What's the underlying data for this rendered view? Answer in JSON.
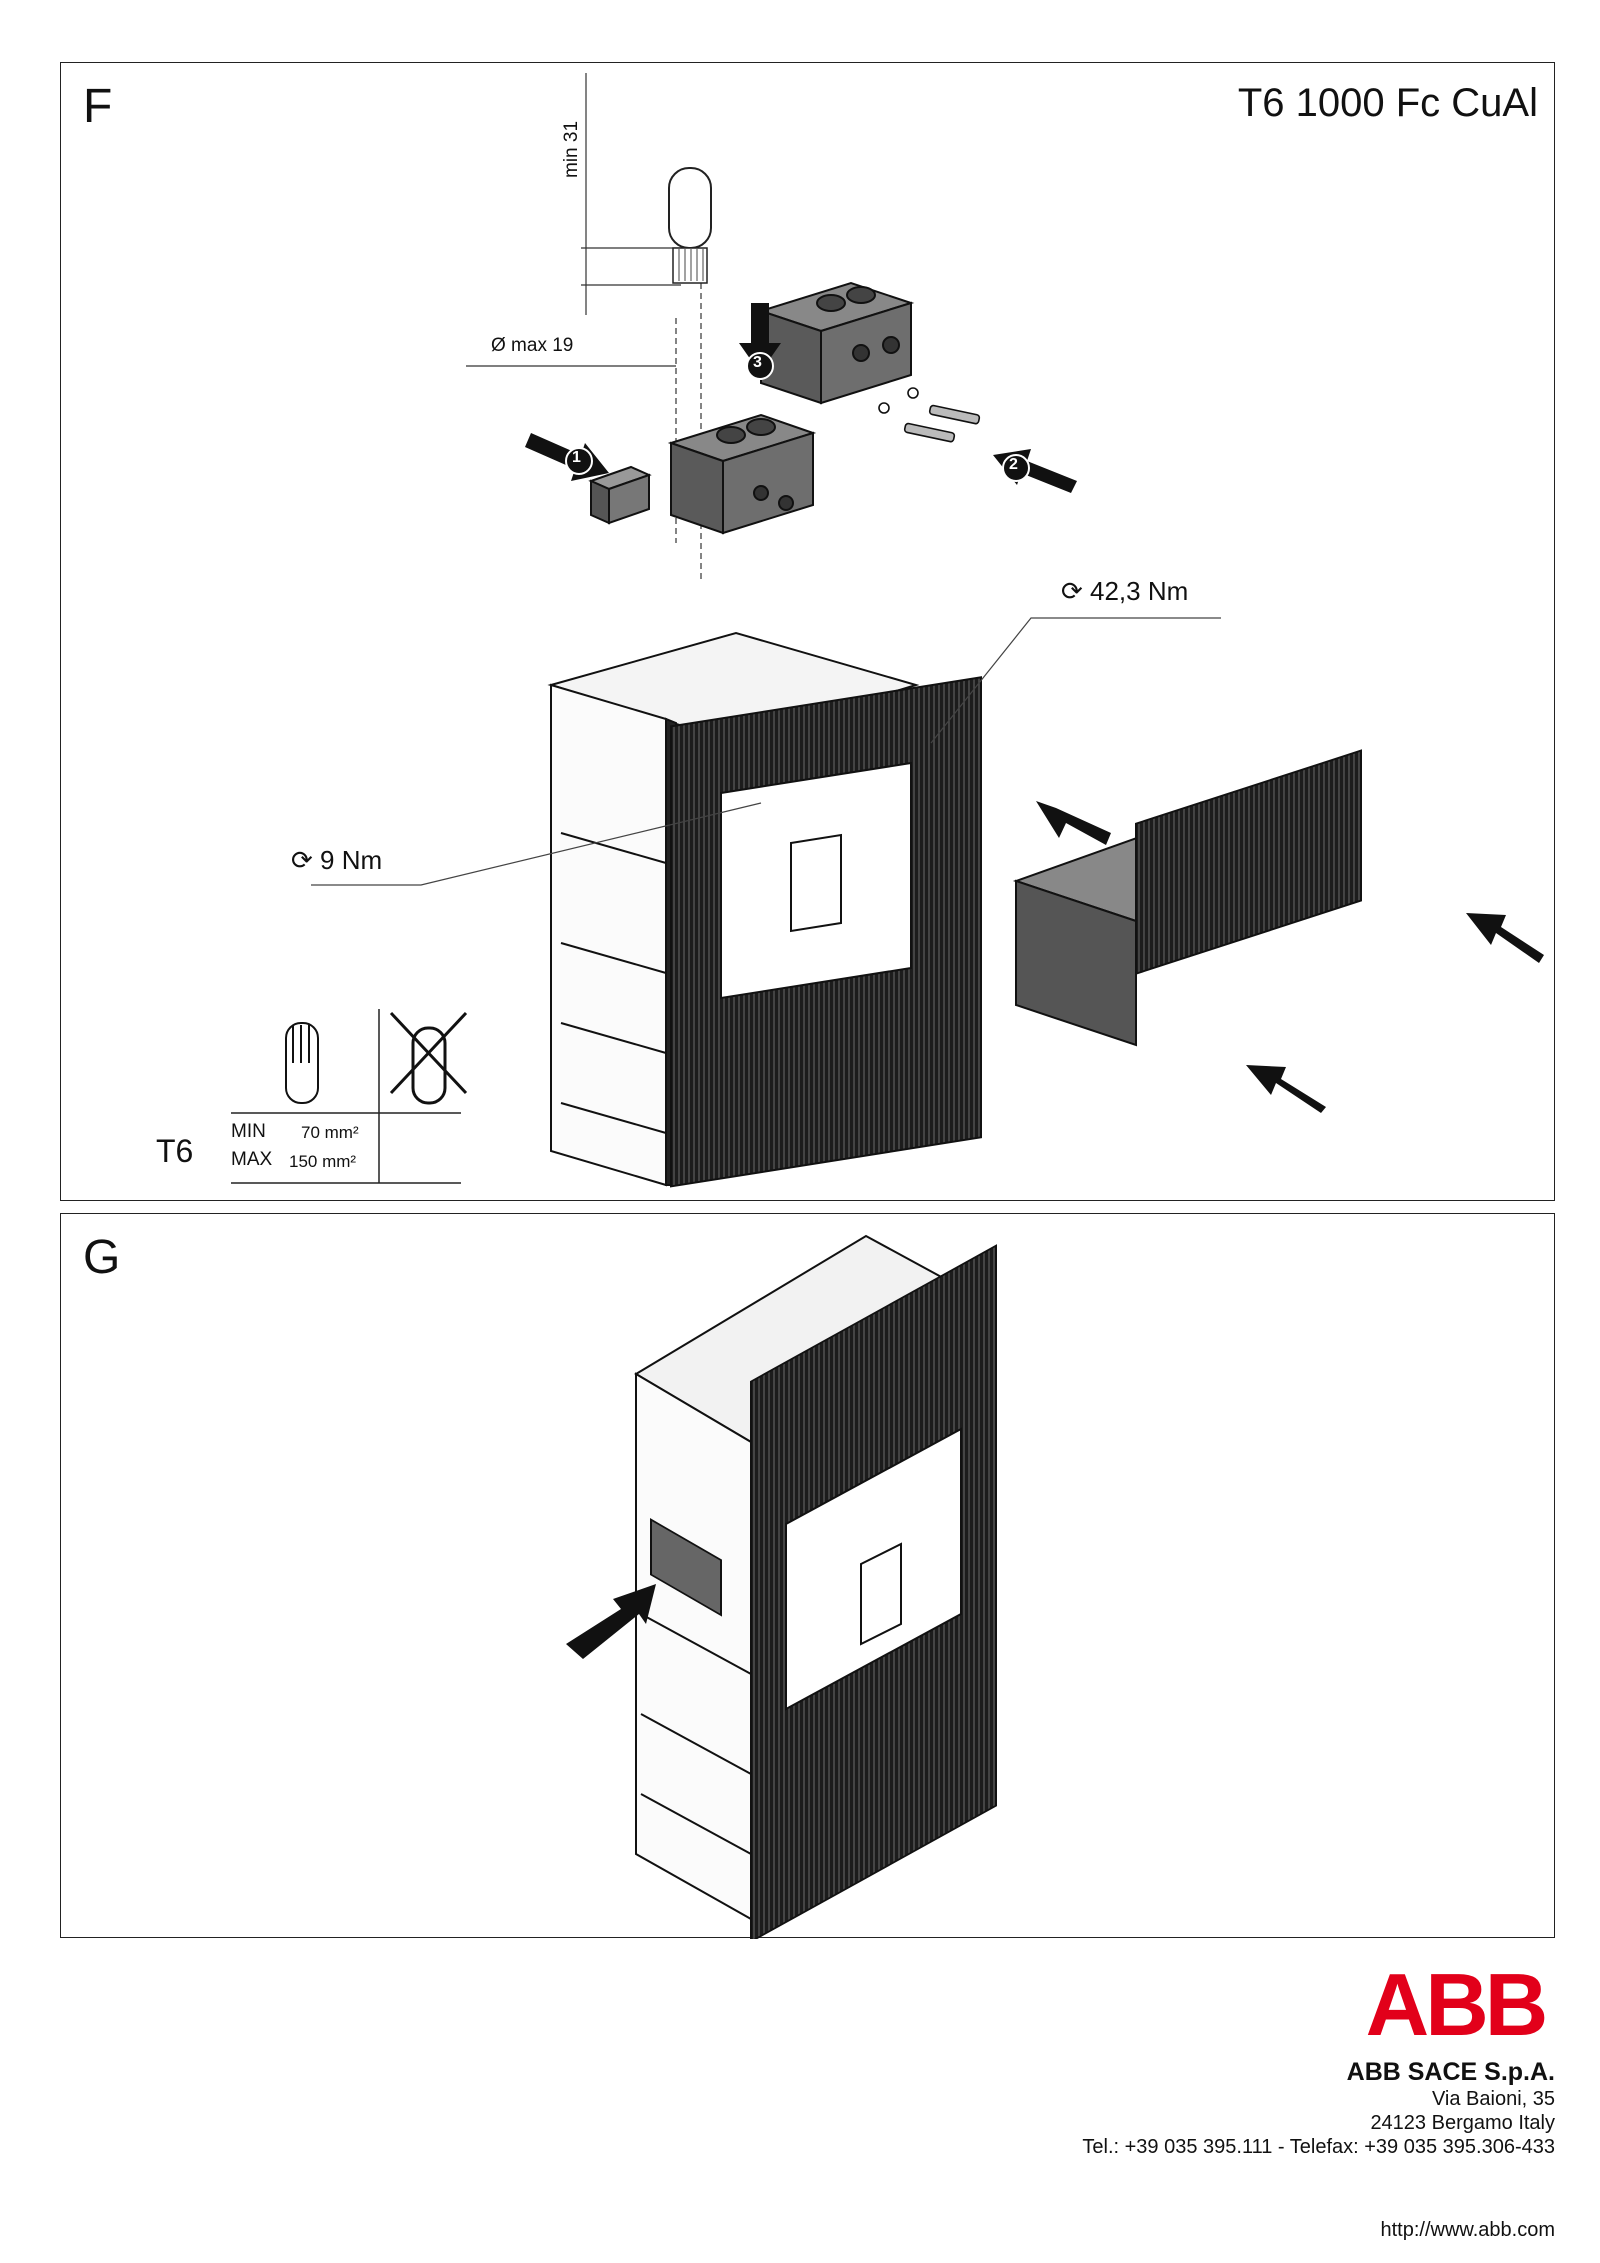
{
  "panel_f": {
    "letter": "F",
    "model": "T6 1000 Fc CuAl",
    "dim_min": "min 31",
    "dim_diameter": "Ø max 19",
    "step_1": "1",
    "step_2": "2",
    "step_3": "3",
    "torque_large": "42,3 Nm",
    "torque_small": "9 Nm",
    "cable_table": {
      "breaker": "T6",
      "min_label": "MIN",
      "min_value": "70 mm²",
      "max_label": "MAX",
      "max_value": "150 mm²"
    }
  },
  "panel_g": {
    "letter": "G"
  },
  "footer": {
    "logo": "ABB",
    "brand_color": "#e2001a",
    "company": "ABB SACE S.p.A.",
    "street": "Via Baioni, 35",
    "city": "24123 Bergamo Italy",
    "phone": "Tel.: +39 035 395.111 - Telefax: +39 035 395.306-433",
    "website": "http://www.abb.com"
  }
}
